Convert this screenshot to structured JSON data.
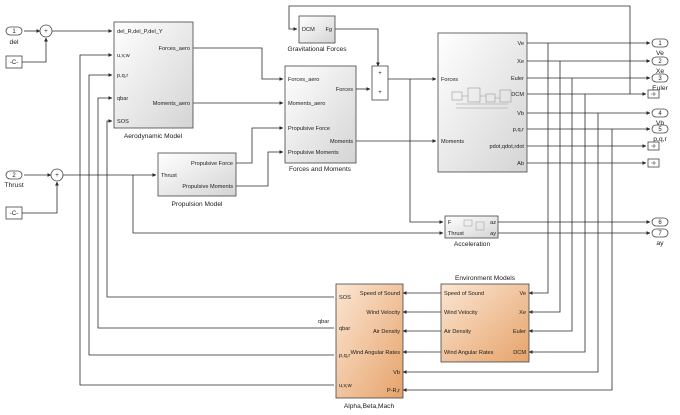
{
  "inports": [
    {
      "num": "1",
      "label": "del"
    },
    {
      "num": "2",
      "label": "Thrust"
    }
  ],
  "constants": [
    {
      "label": "-C-"
    },
    {
      "label": "-C-"
    }
  ],
  "aero": {
    "title": "Aerodynamic Model",
    "inputs": [
      "del_R,del_P,del_Y",
      "u,v,w",
      "p,q,r",
      "qbar",
      "SOS"
    ],
    "outputs": [
      "Forces_aero",
      "Moments_aero"
    ]
  },
  "prop": {
    "title": "Propulsion Model",
    "inputs": [
      "Thrust"
    ],
    "outputs": [
      "Propulsive Force",
      "Propulsive Moments"
    ]
  },
  "grav": {
    "title": "Gravitational Forces",
    "in": "DCM",
    "out": "Fg"
  },
  "fm": {
    "title": "Forces and Moments",
    "inputs": [
      "Forces_aero",
      "Moments_aero",
      "Propulsive Force",
      "Propulsive Moments"
    ],
    "outputs": [
      "Forces",
      "Moments"
    ]
  },
  "eq": {
    "inputs": [
      "Forces",
      "Moments"
    ],
    "outputs": [
      "Ve",
      "Xe",
      "Euler",
      "DCM",
      "Vb",
      "p,q,r",
      "pdot,qdot,rdot",
      "Ab"
    ]
  },
  "accel": {
    "title": "Acceleration",
    "inputs": [
      "F",
      "Thrust"
    ],
    "outputs": [
      "az",
      "ay"
    ]
  },
  "env": {
    "title": "Environment Models",
    "inputs": [
      "Speed of Sound",
      "Wind Velocity",
      "Air Density",
      "Wind Angular Rates"
    ],
    "outputs": [
      "Ve",
      "Xe",
      "Euler",
      "DCM"
    ]
  },
  "abm": {
    "title": "Alpha,Beta,Mach",
    "inputs": [
      "Speed of Sound",
      "Wind Velocity",
      "Air Density",
      "Wind Angular Rates",
      "Vb",
      "P-R,r"
    ],
    "outputs": [
      "SOS",
      "qbar",
      "p,q,r",
      "u,v,w"
    ]
  },
  "qbar_line_label": "qbar",
  "outports": [
    {
      "num": "1",
      "label": "Ve"
    },
    {
      "num": "2",
      "label": "Xe"
    },
    {
      "num": "3",
      "label": "Euler"
    },
    {
      "num": "4",
      "label": "Vb"
    },
    {
      "num": "5",
      "label": "p,q,r"
    },
    {
      "num": "6",
      "label": "az"
    },
    {
      "num": "7",
      "label": "ay"
    }
  ]
}
